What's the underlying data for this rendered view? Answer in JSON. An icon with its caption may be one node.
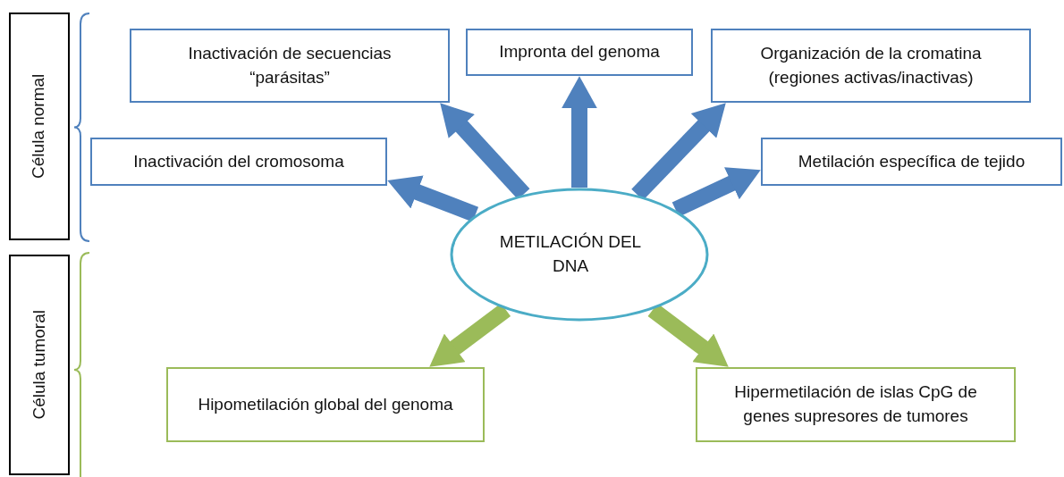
{
  "diagram": {
    "nodes": [
      {
        "text": [
          "Célula normal"
        ]
      },
      {
        "text": [
          "Célula tumoral"
        ]
      },
      {
        "text": [
          "Inactivación de secuencias “parásitas”"
        ]
      },
      {
        "text": [
          "Impronta del genoma"
        ]
      },
      {
        "text": [
          "Organización de la cromatina (regiones activas/inactivas)"
        ]
      },
      {
        "text": [
          "Inactivación del cromosoma"
        ]
      },
      {
        "text": [
          "Metilación específica de tejido"
        ]
      },
      {
        "text": [
          "METILACIÓN DEL DNA"
        ]
      },
      {
        "text": [
          "Hipometilación global del genoma"
        ]
      },
      {
        "text": [
          "Hipermetilación de islas CpG de genes supresores de tumores"
        ]
      }
    ],
    "edges": [
      {
        "from": 7,
        "to": 5,
        "arrow": "to"
      },
      {
        "from": 7,
        "to": 2,
        "arrow": "to"
      },
      {
        "from": 7,
        "to": 3,
        "arrow": "to"
      },
      {
        "from": 7,
        "to": 4,
        "arrow": "to"
      },
      {
        "from": 7,
        "to": 6,
        "arrow": "to"
      },
      {
        "from": 7,
        "to": 8,
        "arrow": "to",
        "color": "#9bbb59"
      },
      {
        "from": 7,
        "to": 9,
        "arrow": "to",
        "color": "#9bbb59"
      }
    ]
  }
}
